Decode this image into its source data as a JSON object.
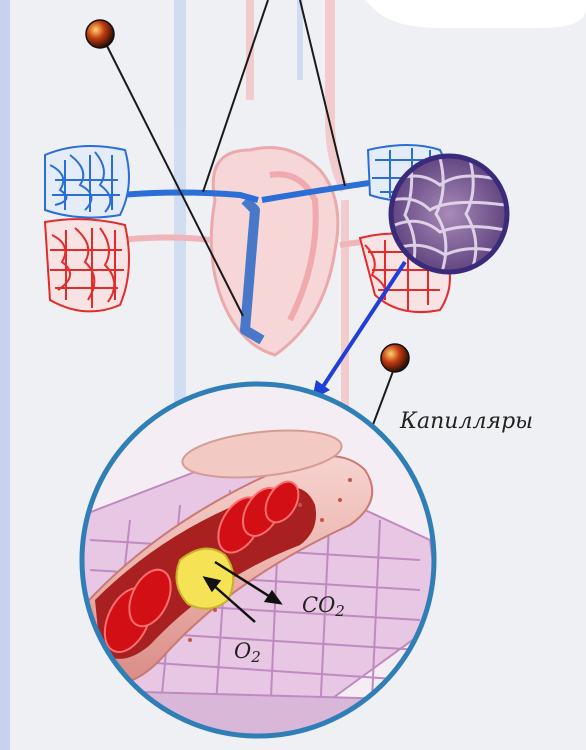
{
  "labels": {
    "capillaries": "Капилляры",
    "co2_main": "CO",
    "co2_sub": "2",
    "o2_main": "O",
    "o2_sub": "2"
  },
  "colors": {
    "background": "#eef0f3",
    "left_strip": "#c7d3ee",
    "venous": "#2b6fd6",
    "arterial": "#e32b2b",
    "heart_tint": "#f3c7c9",
    "magnifier_border": "#2f7fb6",
    "lens_border": "#3a2a7a",
    "pointer_arrow": "#1f3fd9",
    "rbc": "#d10f14",
    "tissue": "#d9b7d9"
  },
  "icons": [
    "pin-marker-icon-top",
    "pin-marker-icon-right"
  ]
}
